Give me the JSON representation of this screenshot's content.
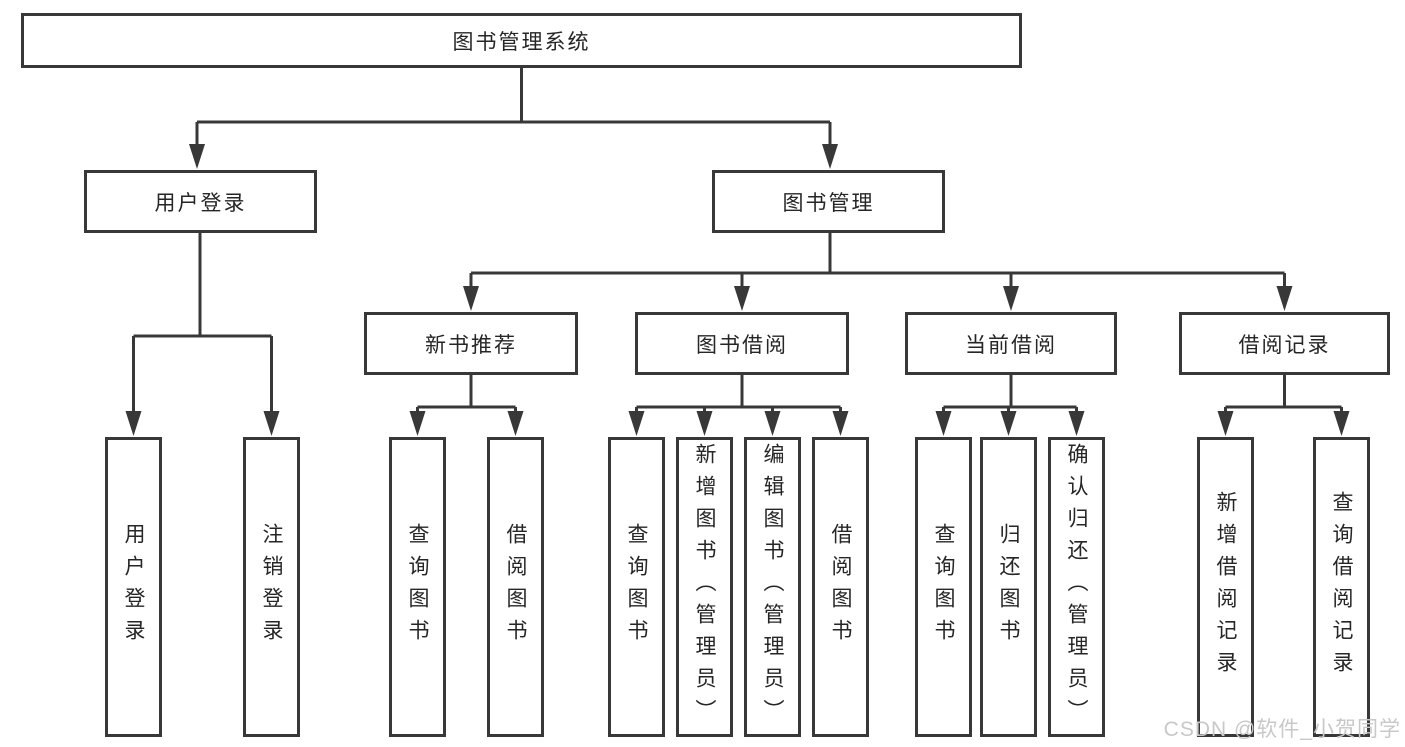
{
  "diagram_title": "图书管理系统",
  "watermark": "CSDN @软件_小贺同学",
  "colors": {
    "line": "#383838",
    "box_border": "#383838",
    "text": "#262626",
    "watermark": "#c8c8c8",
    "background": "#ffffff"
  },
  "nodes": {
    "root": "图书管理系统",
    "userLogin": "用户登录",
    "bookMgmt": "图书管理",
    "newBookRec": "新书推荐",
    "bookBorrow": "图书借阅",
    "currentBorrow": "当前借阅",
    "borrowRecord": "借阅记录",
    "leafUserLogin": "用户登录",
    "leafLogout": "注销登录",
    "leafQueryBook1": "查询图书",
    "leafBorrowBook1": "借阅图书",
    "leafQueryBook2": "查询图书",
    "leafAddBook": "新增图书（管理员）",
    "leafEditBook": "编辑图书（管理员）",
    "leafBorrowBook2": "借阅图书",
    "leafQueryBook3": "查询图书",
    "leafReturnBook": "归还图书",
    "leafConfirmReturn": "确认归还（管理员）",
    "leafAddBorrowRecord": "新增借阅记录",
    "leafQueryBorrowRecord": "查询借阅记录"
  }
}
